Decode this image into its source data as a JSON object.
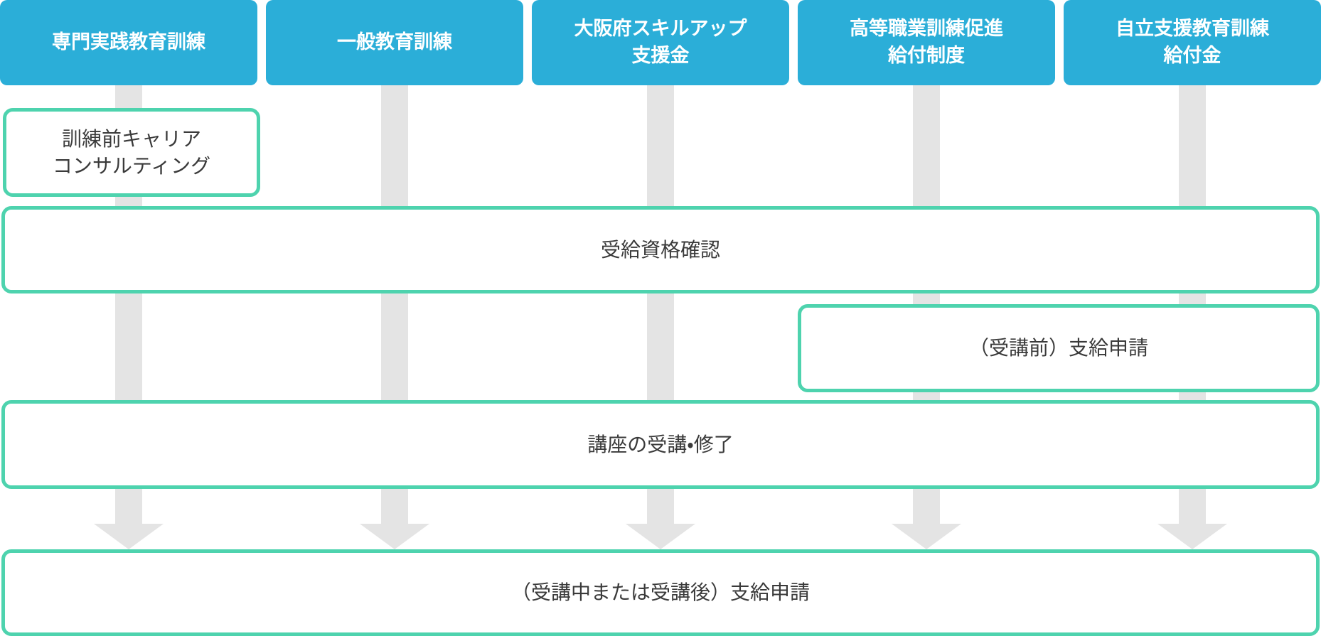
{
  "programs": [
    {
      "label": "専門実践教育訓練"
    },
    {
      "label": "一般教育訓練"
    },
    {
      "label": "大阪府スキルアップ\n支援金"
    },
    {
      "label": "高等職業訓練促進\n給付制度"
    },
    {
      "label": "自立支援教育訓練\n給付金"
    }
  ],
  "steps": {
    "pre_career_consulting": "訓練前キャリア\nコンサルティング",
    "eligibility_check": "受給資格確認",
    "pre_course_application": "（受講前）支給申請",
    "course_attendance_completion": "講座の受講・修了",
    "final_application": "（受講中または受講後）支給申請"
  },
  "colors": {
    "program_header_bg": "#2baed8",
    "step_box_border": "#4ed3ae",
    "arrow_gray": "#e4e4e4",
    "text_dark": "#3a3a3a",
    "text_light": "#ffffff"
  }
}
